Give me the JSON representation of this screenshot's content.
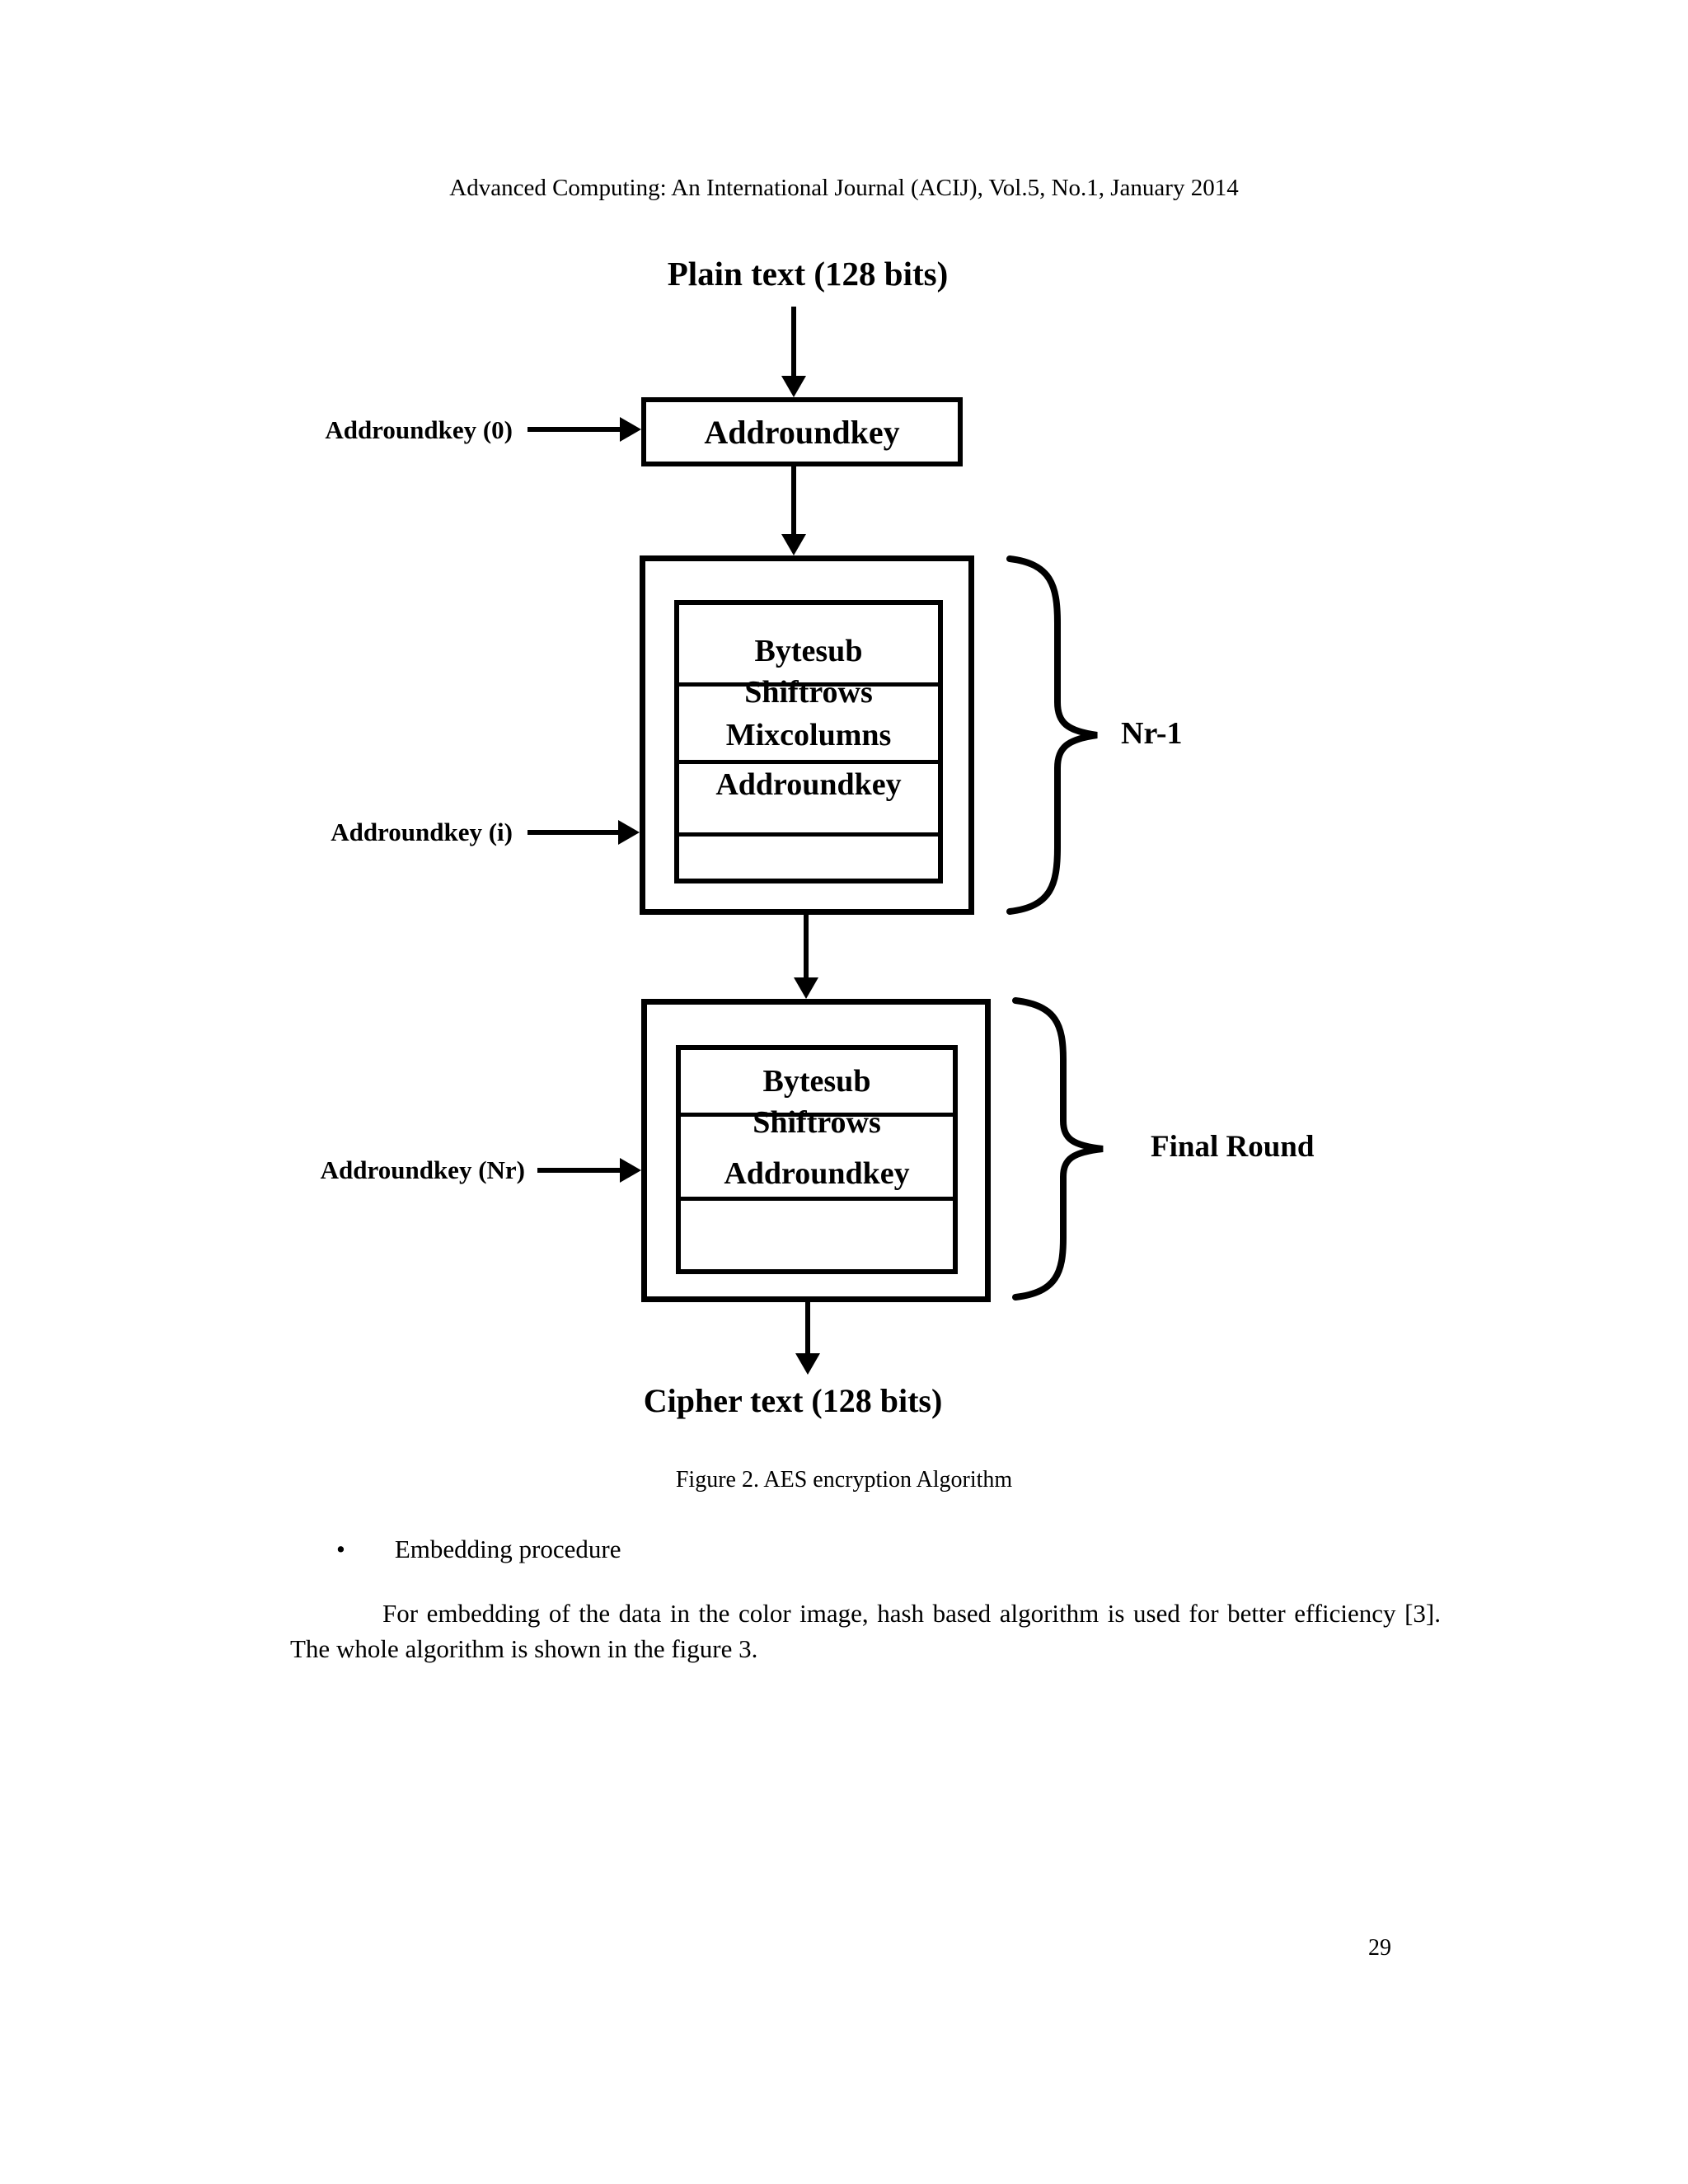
{
  "header": {
    "journal_line": "Advanced Computing: An International Journal (ACIJ), Vol.5, No.1, January 2014"
  },
  "diagram": {
    "plain_text_label": "Plain text (128 bits)",
    "addroundkey0_label": "Addroundkey (0)",
    "addroundkey_box_label": "Addroundkey",
    "round_steps": [
      "Bytesub",
      "Shiftrows",
      "Mixcolumns",
      "Addroundkey"
    ],
    "addroundkey_i_label": "Addroundkey (i)",
    "nr_brace_label": "Nr-1",
    "final_steps": [
      "Bytesub",
      "Shiftrows",
      "Addroundkey"
    ],
    "addroundkey_nr_label": "Addroundkey (Nr)",
    "final_brace_label": "Final Round",
    "cipher_text_label": "Cipher text (128 bits)"
  },
  "caption": "Figure 2. AES encryption Algorithm",
  "body": {
    "bullet_marker": "•",
    "bullet_item": "Embedding procedure",
    "paragraph": "For embedding of the data in the color image, hash based algorithm is used for better efficiency [3]. The whole algorithm is shown in the figure 3."
  },
  "footer": {
    "page_number": "29"
  },
  "colors": {
    "ink": "#000000",
    "paper": "#ffffff"
  }
}
